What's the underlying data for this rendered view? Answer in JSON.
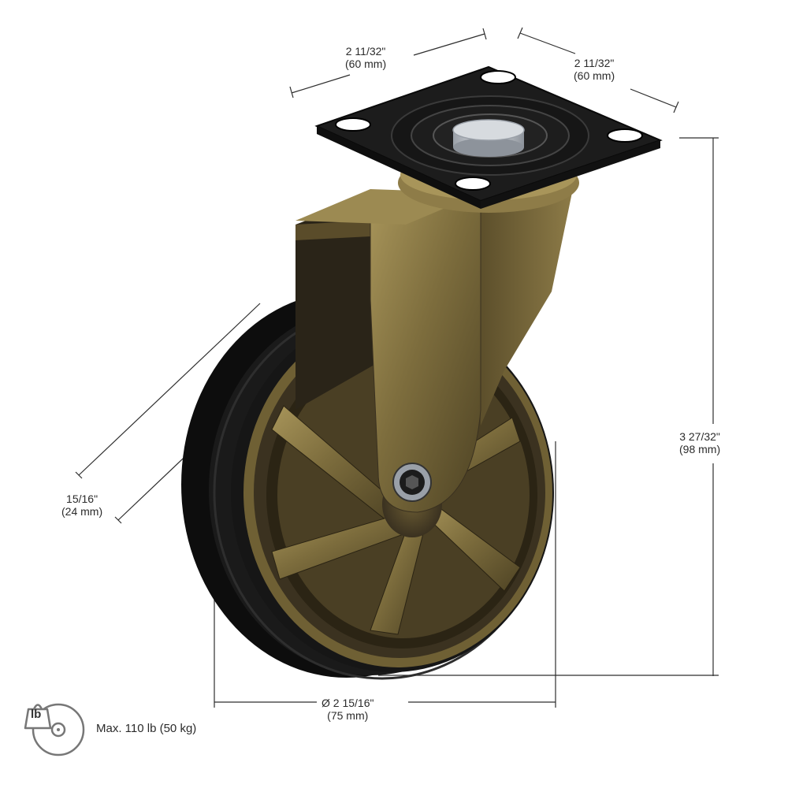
{
  "product": {
    "image_name": "swivel-caster-vintage-brass",
    "colors": {
      "brass": "#8a7a45",
      "brass_dark": "#4a3f22",
      "tire": "#121212",
      "plate": "#1c1c1c",
      "bolt": "#c8ccd2",
      "dim_line": "#2e2e2e"
    }
  },
  "dimensions": {
    "plate_width": {
      "imperial": "2 11/32\"",
      "metric": "(60 mm)"
    },
    "plate_depth": {
      "imperial": "2 11/32\"",
      "metric": "(60 mm)"
    },
    "height": {
      "imperial": "3 27/32\"",
      "metric": "(98 mm)"
    },
    "tread_width": {
      "imperial": "15/16\"",
      "metric": "(24 mm)"
    },
    "diameter": {
      "imperial": "Ø 2 15/16\"",
      "metric": "(75 mm)"
    }
  },
  "load": {
    "icon_text": "lb",
    "label": "Max. 110 lb (50 kg)"
  }
}
